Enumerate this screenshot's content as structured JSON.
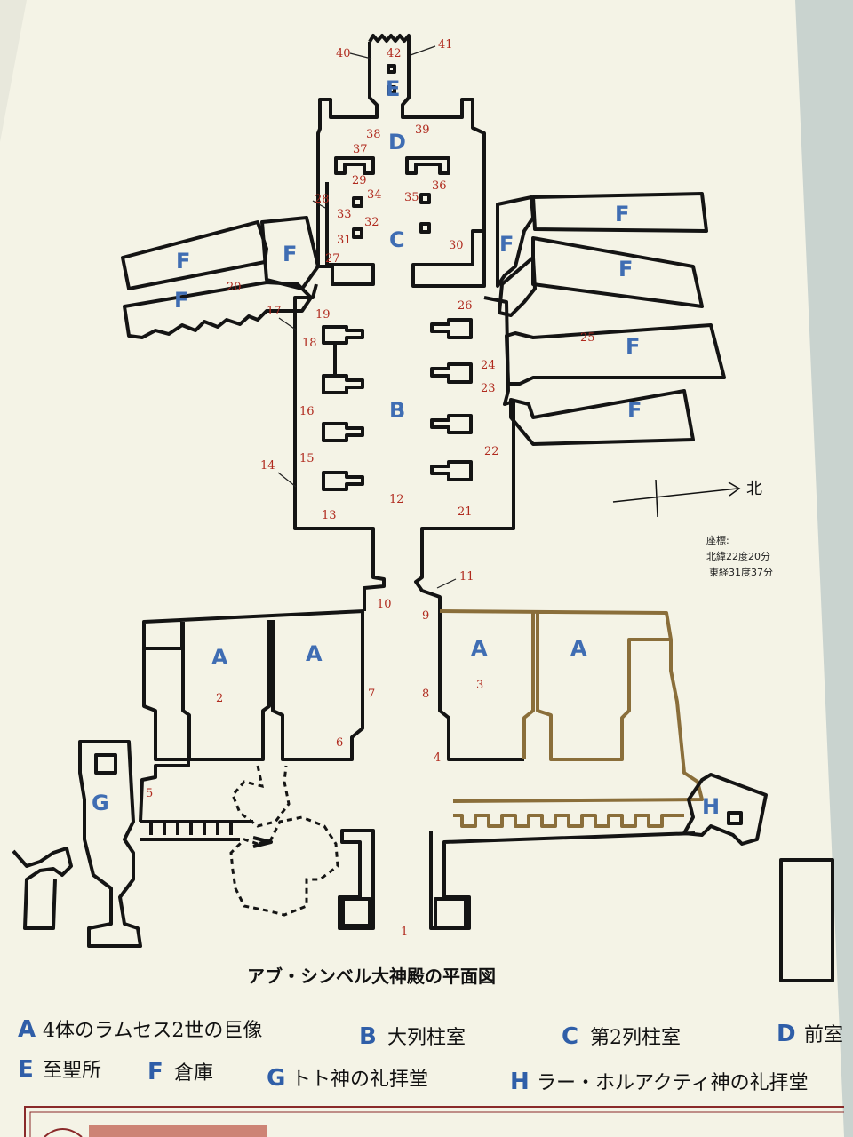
{
  "zone_letters": {
    "E": "E",
    "D": "D",
    "C": "C",
    "B": "B",
    "A": "A",
    "F": "F",
    "G": "G",
    "H": "H"
  },
  "room_numbers": [
    "1",
    "2",
    "3",
    "4",
    "5",
    "6",
    "7",
    "8",
    "9",
    "10",
    "11",
    "12",
    "13",
    "14",
    "15",
    "16",
    "17",
    "18",
    "19",
    "20",
    "21",
    "22",
    "23",
    "24",
    "25",
    "26",
    "27",
    "28",
    "29",
    "30",
    "31",
    "32",
    "33",
    "34",
    "35",
    "36",
    "37",
    "38",
    "39",
    "40",
    "41",
    "42"
  ],
  "compass": {
    "north_label": "北"
  },
  "coordinates": {
    "heading": "座標:",
    "latitude": "北緯22度20分",
    "longitude": "東経31度37分"
  },
  "title": "アブ・シンベル大神殿の平面図",
  "legend": [
    {
      "letter": "A",
      "text": "4体のラムセス2世の巨像"
    },
    {
      "letter": "B",
      "text": "大列柱室"
    },
    {
      "letter": "C",
      "text": "第2列柱室"
    },
    {
      "letter": "D",
      "text": "前室"
    },
    {
      "letter": "E",
      "text": "至聖所"
    },
    {
      "letter": "F",
      "text": "倉庫"
    },
    {
      "letter": "G",
      "text": "トト神の礼拝堂"
    },
    {
      "letter": "H",
      "text": "ラー・ホルアクティ神の礼拝堂"
    }
  ],
  "colors": {
    "letter_blue": "#3f6db3",
    "number_red": "#b02a1e",
    "paper": "#f4f3e6",
    "frame_red": "#8a2a2a"
  }
}
